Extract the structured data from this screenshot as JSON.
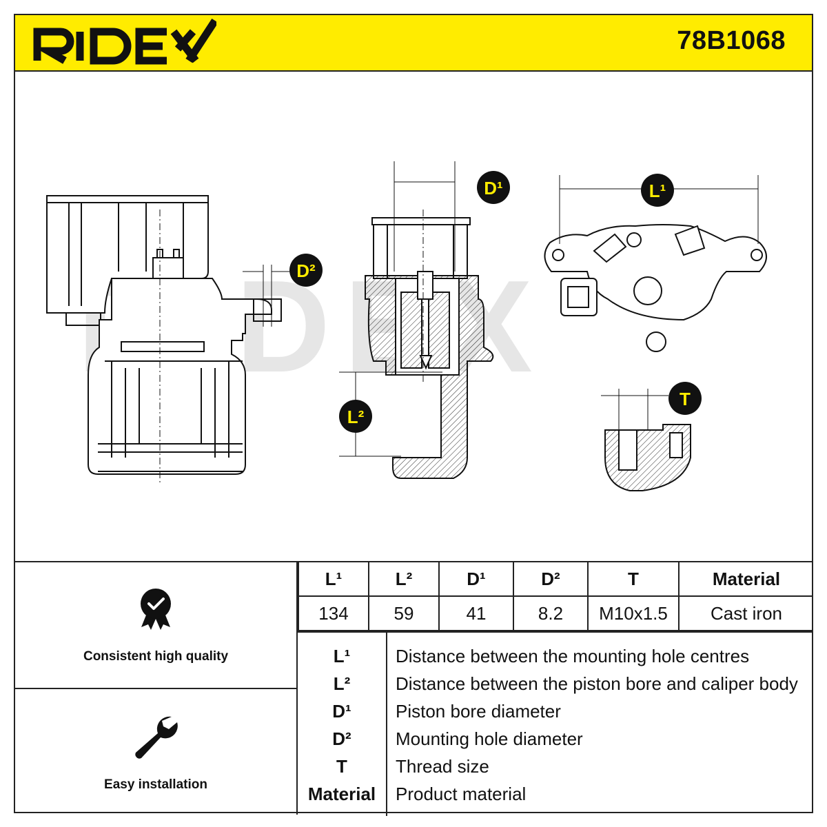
{
  "header": {
    "brand": "RIDEX",
    "part_number": "78B1068"
  },
  "callouts": {
    "d1": "D¹",
    "d2": "D²",
    "l1": "L¹",
    "l2": "L²",
    "t": "T"
  },
  "watermark": "RIDEX",
  "features": [
    {
      "label": "Consistent high quality",
      "icon": "quality-badge-icon"
    },
    {
      "label": "Easy installation",
      "icon": "wrench-icon"
    }
  ],
  "spec_table": {
    "headers": [
      "L¹",
      "L²",
      "D¹",
      "D²",
      "T",
      "Material"
    ],
    "values": [
      "134",
      "59",
      "41",
      "8.2",
      "M10x1.5",
      "Cast iron"
    ]
  },
  "legend": [
    {
      "key": "L¹",
      "desc": "Distance between the mounting hole centres"
    },
    {
      "key": "L²",
      "desc": "Distance between the piston bore and caliper body"
    },
    {
      "key": "D¹",
      "desc": "Piston bore diameter"
    },
    {
      "key": "D²",
      "desc": "Mounting hole diameter"
    },
    {
      "key": "T",
      "desc": "Thread size"
    },
    {
      "key": "Material",
      "desc": "Product material"
    }
  ],
  "colors": {
    "accent": "#ffec00",
    "ink": "#111111",
    "watermark": "#e4e4e4"
  }
}
